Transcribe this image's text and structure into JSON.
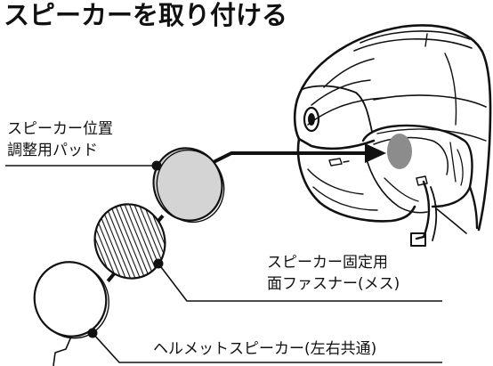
{
  "title": "スピーカーを取り付ける",
  "labels": {
    "pad": [
      "スピーカー位置",
      "調整用パッド"
    ],
    "fastener": [
      "スピーカー固定用",
      "面ファスナー(メス)"
    ],
    "speaker": "ヘルメットスピーカー(左右共通)"
  },
  "colors": {
    "line": "#111111",
    "pad_fill": "#d4d4d4",
    "target_spot": "#8c8c8c",
    "background": "#ffffff"
  }
}
